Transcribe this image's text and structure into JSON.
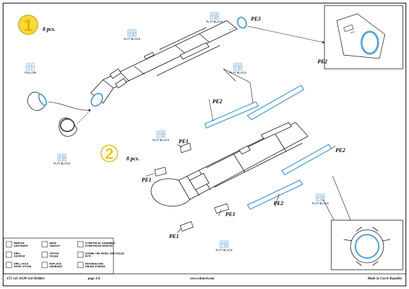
{
  "step1": {
    "number": "1",
    "count": "8 pcs."
  },
  "step2": {
    "number": "2",
    "count": "8 pcs."
  },
  "parts": {
    "pe1": "PE1",
    "pe2": "PE2",
    "pe3": "PE3"
  },
  "paints": [
    {
      "code": "H 12",
      "code2": "C 33",
      "name": "FLAT BLACK"
    },
    {
      "code": "H 4",
      "code2": "C 4",
      "name": "YELLOW"
    },
    {
      "code": "H 12",
      "code2": "C 33",
      "name": "FLAT BLACK"
    }
  ],
  "legend": [
    {
      "label": "REMOVE\nODSTRANIT"
    },
    {
      "label": "BEND\nOHNOUT"
    },
    {
      "label": "SYMETRICAL ASSEMBLY\nSYMETRICKÁ MONTÁŽ"
    },
    {
      "label": "DRILL\nODVRTAT"
    },
    {
      "label": "OPTION\nVOLBA"
    },
    {
      "label": "SCRIBE THE PANEL AND HOLES\nRÝTÍ"
    },
    {
      "label": "DRILL HOLE\nVRTAT OTVOR"
    },
    {
      "label": "REPLACE\nNAHRADIT"
    },
    {
      "label": "REVERSE SIDE\nDRUHÁ STRANA"
    }
  ],
  "footer": {
    "left": "672 145 AGM-114 Hellfire",
    "page": "page 2/4",
    "site": "www.eduard.com",
    "made": "Made in Czech Republic"
  },
  "colors": {
    "accent": "#5ba3d6",
    "circle": "#f2cf2e",
    "line": "#111111"
  }
}
